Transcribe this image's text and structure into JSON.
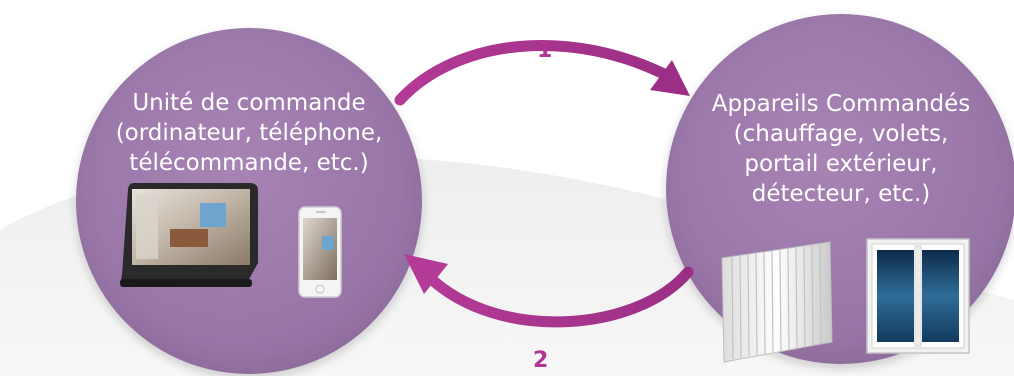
{
  "nodes": {
    "left": {
      "lines": [
        "Unité de commande",
        "(ordinateur, téléphone,",
        "télécommande, etc.)"
      ]
    },
    "right": {
      "lines": [
        "Appareils Commandés",
        "(chauffage, volets,",
        "portail extérieur,",
        "détecteur, etc.)"
      ]
    }
  },
  "arrows": {
    "top_label": "1",
    "bottom_label": "2"
  },
  "colors": {
    "circle": "#9a77a9",
    "arrow": "#b23594",
    "text": "#ffffff"
  },
  "icons": {
    "left": [
      "tablet-icon",
      "smartphone-icon"
    ],
    "right": [
      "radiator-icon",
      "window-icon"
    ]
  }
}
